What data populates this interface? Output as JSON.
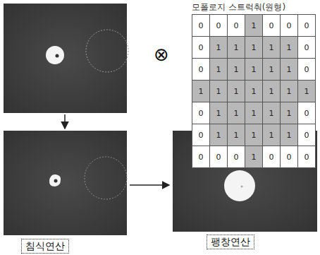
{
  "diagram": {
    "nodes": [
      {
        "text": [
          "침식연산"
        ]
      },
      {
        "text": [
          "팽창연산"
        ]
      }
    ],
    "labels": [
      "⊗",
      "모폴로지 스트럭춰(원형)",
      "0",
      "0",
      "0",
      "1",
      "0",
      "0",
      "0",
      "0",
      "1",
      "1",
      "1",
      "1",
      "1",
      "0",
      "0",
      "1",
      "1",
      "1",
      "1",
      "1",
      "0",
      "1",
      "1",
      "1",
      "1",
      "1",
      "1",
      "1",
      "0",
      "1",
      "1",
      "1",
      "1",
      "1",
      "0",
      "0",
      "1",
      "1",
      "1",
      "1",
      "1",
      "0",
      "0",
      "0",
      "0",
      "1",
      "0",
      "0",
      "0"
    ]
  }
}
